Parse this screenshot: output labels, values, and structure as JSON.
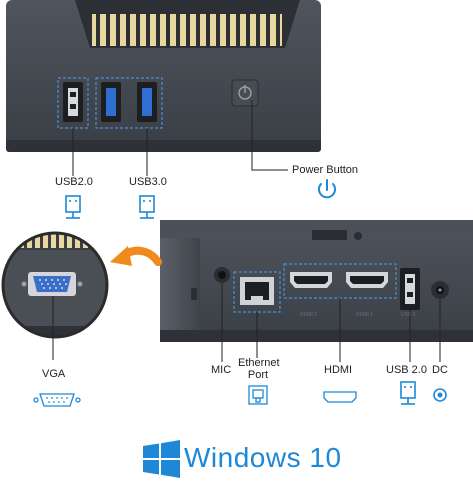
{
  "top_panel": {
    "labels": {
      "usb2": "USB2.0",
      "usb3": "USB3.0",
      "power": "Power Button"
    }
  },
  "bottom_panel": {
    "labels": {
      "vga": "VGA",
      "mic": "MIC",
      "ethernet_line1": "Ethernet",
      "ethernet_line2": "Port",
      "hdmi": "HDMI",
      "usb20": "USB 2.0",
      "dc": "DC"
    },
    "faint_port_text": [
      "HDMI 2",
      "HDMI 1",
      "USB 2"
    ]
  },
  "branding": {
    "os_text": "Windows 10"
  },
  "colors": {
    "accent_blue": "#1e88d6",
    "arrow_orange": "#f08a1c",
    "case_dark": "#3d4148",
    "case_light": "#555a62",
    "port_dashed": "#4a90d9"
  }
}
